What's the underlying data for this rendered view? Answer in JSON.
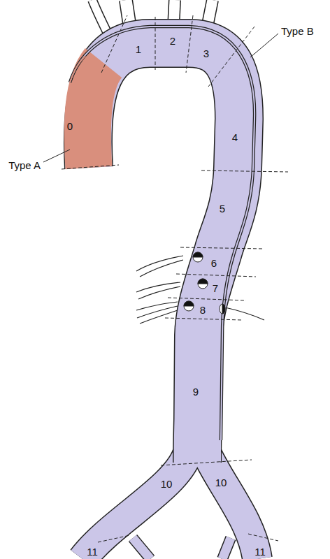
{
  "diagram": {
    "labels": [
      "Type B",
      "Type A",
      "0",
      "1",
      "2",
      "3",
      "4",
      "5",
      "6",
      "7",
      "8",
      "9",
      "10",
      "10",
      "11",
      "11"
    ]
  }
}
